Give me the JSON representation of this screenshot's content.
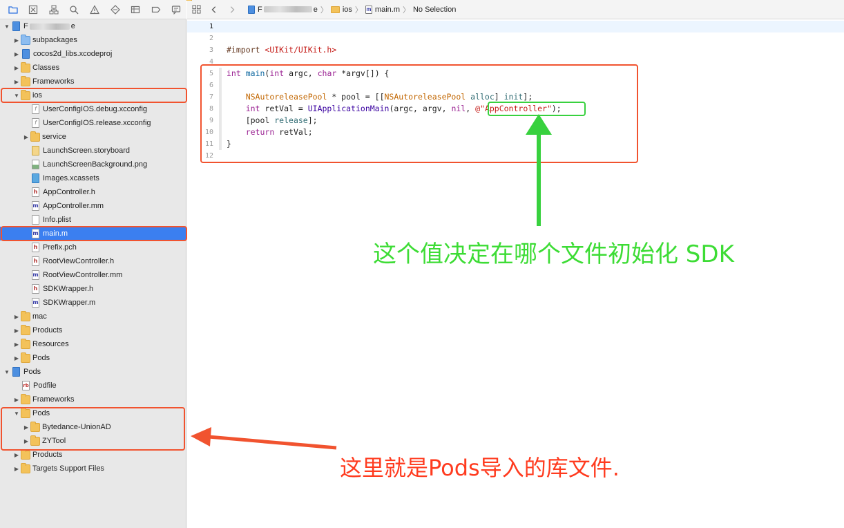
{
  "navigator": {
    "toolbar_icons": [
      "folder-icon",
      "x-square-icon",
      "hierarchy-icon",
      "search-icon",
      "warning-icon",
      "diamond-icon",
      "grid-icon",
      "label-icon",
      "comment-icon"
    ],
    "tree": [
      {
        "label": "F        e",
        "icon": "project",
        "depth": 0,
        "disclosure": "open",
        "blurred": true
      },
      {
        "label": "subpackages",
        "icon": "folder-blue",
        "depth": 1,
        "disclosure": "closed"
      },
      {
        "label": "cocos2d_libs.xcodeproj",
        "icon": "project",
        "depth": 1,
        "disclosure": "closed"
      },
      {
        "label": "Classes",
        "icon": "folder",
        "depth": 1,
        "disclosure": "closed"
      },
      {
        "label": "Frameworks",
        "icon": "folder",
        "depth": 1,
        "disclosure": "closed"
      },
      {
        "label": "ios",
        "icon": "folder",
        "depth": 1,
        "disclosure": "open"
      },
      {
        "label": "UserConfigIOS.debug.xcconfig",
        "icon": "xcconfig",
        "depth": 2,
        "disclosure": "none"
      },
      {
        "label": "UserConfigIOS.release.xcconfig",
        "icon": "xcconfig",
        "depth": 2,
        "disclosure": "none"
      },
      {
        "label": "service",
        "icon": "folder",
        "depth": 2,
        "disclosure": "closed"
      },
      {
        "label": "LaunchScreen.storyboard",
        "icon": "storyboard",
        "depth": 2,
        "disclosure": "none"
      },
      {
        "label": "LaunchScreenBackground.png",
        "icon": "image",
        "depth": 2,
        "disclosure": "none"
      },
      {
        "label": "Images.xcassets",
        "icon": "assets",
        "depth": 2,
        "disclosure": "none"
      },
      {
        "label": "AppController.h",
        "icon": "h",
        "depth": 2,
        "disclosure": "none"
      },
      {
        "label": "AppController.mm",
        "icon": "m",
        "depth": 2,
        "disclosure": "none"
      },
      {
        "label": "Info.plist",
        "icon": "plist",
        "depth": 2,
        "disclosure": "none"
      },
      {
        "label": "main.m",
        "icon": "m",
        "depth": 2,
        "disclosure": "none",
        "selected": true
      },
      {
        "label": "Prefix.pch",
        "icon": "h",
        "depth": 2,
        "disclosure": "none"
      },
      {
        "label": "RootViewController.h",
        "icon": "h",
        "depth": 2,
        "disclosure": "none"
      },
      {
        "label": "RootViewController.mm",
        "icon": "m",
        "depth": 2,
        "disclosure": "none"
      },
      {
        "label": "SDKWrapper.h",
        "icon": "h",
        "depth": 2,
        "disclosure": "none"
      },
      {
        "label": "SDKWrapper.m",
        "icon": "m",
        "depth": 2,
        "disclosure": "none"
      },
      {
        "label": "mac",
        "icon": "folder",
        "depth": 1,
        "disclosure": "closed"
      },
      {
        "label": "Products",
        "icon": "folder",
        "depth": 1,
        "disclosure": "closed"
      },
      {
        "label": "Resources",
        "icon": "folder",
        "depth": 1,
        "disclosure": "closed"
      },
      {
        "label": "Pods",
        "icon": "folder",
        "depth": 1,
        "disclosure": "closed"
      },
      {
        "label": "Pods",
        "icon": "project",
        "depth": 0,
        "disclosure": "open"
      },
      {
        "label": "Podfile",
        "icon": "rb",
        "depth": 1,
        "disclosure": "none"
      },
      {
        "label": "Frameworks",
        "icon": "folder",
        "depth": 1,
        "disclosure": "closed"
      },
      {
        "label": "Pods",
        "icon": "folder",
        "depth": 1,
        "disclosure": "open"
      },
      {
        "label": "Bytedance-UnionAD",
        "icon": "folder",
        "depth": 2,
        "disclosure": "closed"
      },
      {
        "label": "ZYTool",
        "icon": "folder",
        "depth": 2,
        "disclosure": "closed"
      },
      {
        "label": "Products",
        "icon": "folder",
        "depth": 1,
        "disclosure": "closed"
      },
      {
        "label": "Targets Support Files",
        "icon": "folder",
        "depth": 1,
        "disclosure": "closed"
      }
    ]
  },
  "jumpbar": {
    "project": "F        e",
    "folder": "ios",
    "file": "main.m",
    "selection": "No Selection"
  },
  "editor": {
    "current_line": 1,
    "lines": [
      {
        "num": "1",
        "html": ""
      },
      {
        "num": "2",
        "html": ""
      },
      {
        "num": "3",
        "html": "<span class=\"pp\">#import</span> <span class=\"str\">&lt;UIKit/UIKit.h&gt;</span>"
      },
      {
        "num": "4",
        "html": ""
      },
      {
        "num": "5",
        "html": "<span class=\"kw\">int</span> <span class=\"fn\">main</span>(<span class=\"kw\">int</span> argc, <span class=\"kw\">char</span> *argv[]) {"
      },
      {
        "num": "6",
        "html": ""
      },
      {
        "num": "7",
        "html": "    <span class=\"cls\">NSAutoreleasePool</span> * pool = [[<span class=\"cls\">NSAutoreleasePool</span> <span class=\"mth\">alloc</span>] <span class=\"mth\">init</span>];"
      },
      {
        "num": "8",
        "html": "    <span class=\"kw\">int</span> retVal = <span class=\"ty\">UIApplicationMain</span>(argc, argv, <span class=\"kw\">nil</span>, <span class=\"str\">@\"AppController\"</span>);"
      },
      {
        "num": "9",
        "html": "    [pool <span class=\"mth\">release</span>];"
      },
      {
        "num": "10",
        "html": "    <span class=\"kw\">return</span> retVal;"
      },
      {
        "num": "11",
        "html": "}"
      },
      {
        "num": "12",
        "html": ""
      }
    ]
  },
  "annotations": {
    "green_text": "这个值决定在哪个文件初始化 SDK",
    "red_text": "这里就是Pods导入的库文件.",
    "green_color": "#3ddc35",
    "red_color": "#f1532f"
  }
}
